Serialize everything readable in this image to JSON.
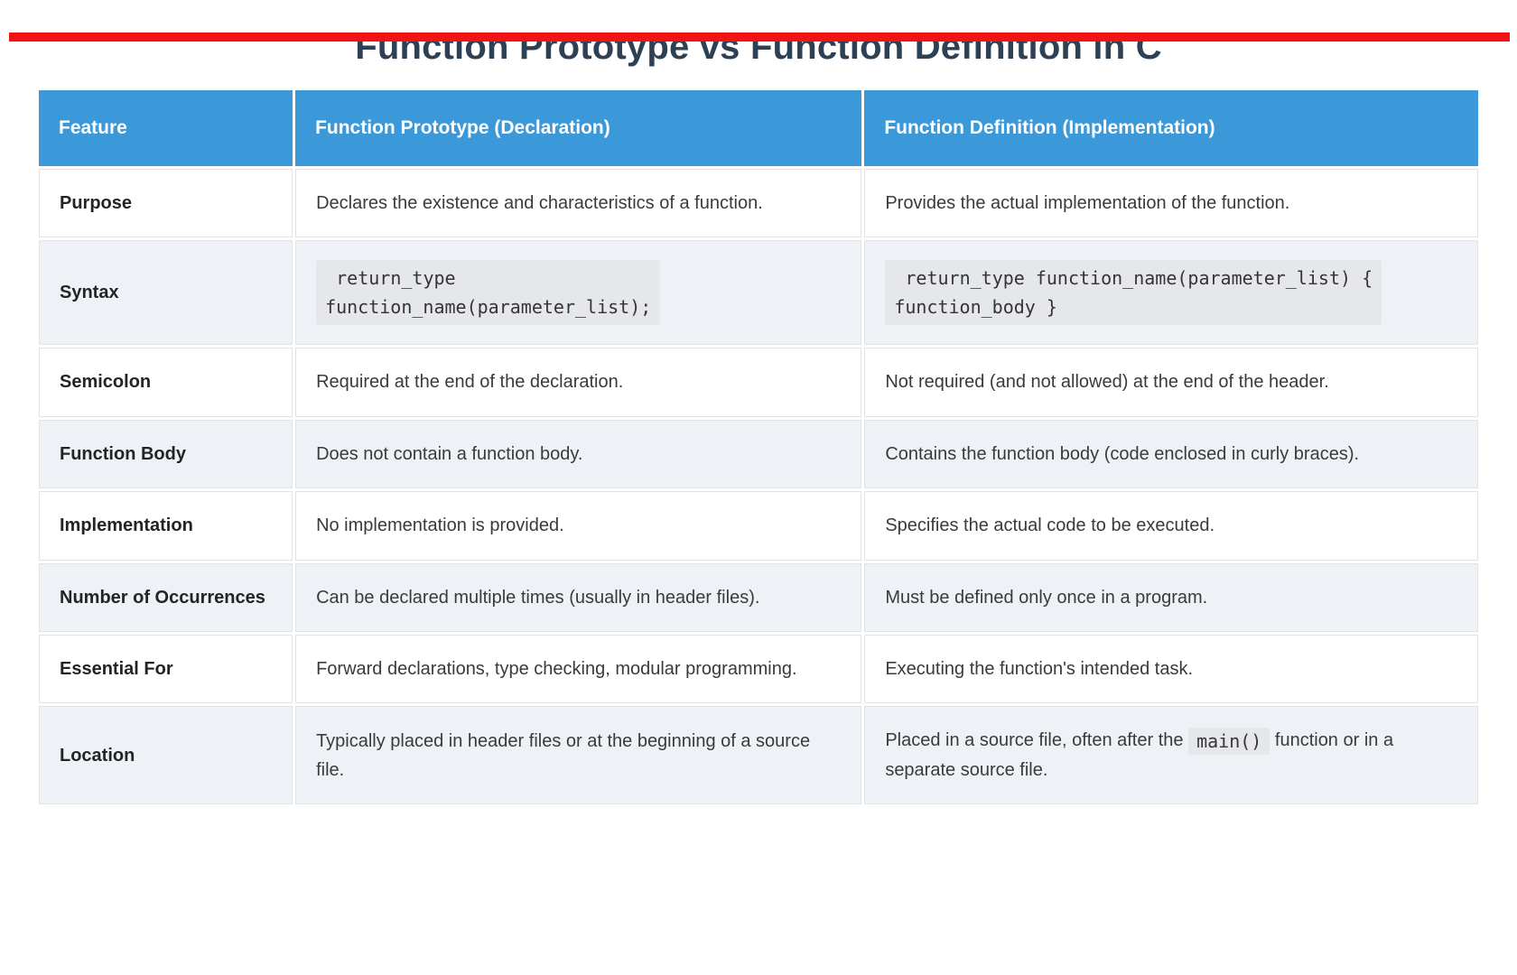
{
  "page": {
    "title": "Function Prototype vs Function Definition in C"
  },
  "decorations": {
    "top_bar_color": "#f11414",
    "bottom_bar_color": "#2793f0"
  },
  "colors": {
    "header_bg": "#3b98d9",
    "header_text": "#ffffff",
    "alt_row_bg": "#eef2f7",
    "cell_border": "#e2e3e5",
    "code_chip_bg": "#e5e7ea",
    "title_text": "#2e4154",
    "body_text": "#3a3a3a"
  },
  "table": {
    "columns": [
      "Feature",
      "Function Prototype (Declaration)",
      "Function Definition (Implementation)"
    ],
    "rows": [
      {
        "feature": "Purpose",
        "cells": [
          [
            {
              "type": "text",
              "value": "Declares the existence and characteristics of a function."
            }
          ],
          [
            {
              "type": "text",
              "value": "Provides the actual implementation of the function."
            }
          ]
        ]
      },
      {
        "feature": "Syntax",
        "cells": [
          [
            {
              "type": "code",
              "value": " return_type\nfunction_name(parameter_list);"
            }
          ],
          [
            {
              "type": "code",
              "value": " return_type function_name(parameter_list) {\nfunction_body }"
            }
          ]
        ]
      },
      {
        "feature": "Semicolon",
        "cells": [
          [
            {
              "type": "text",
              "value": "Required at the end of the declaration."
            }
          ],
          [
            {
              "type": "text",
              "value": "Not required (and not allowed) at the end of the header."
            }
          ]
        ]
      },
      {
        "feature": "Function Body",
        "cells": [
          [
            {
              "type": "text",
              "value": "Does not contain a function body."
            }
          ],
          [
            {
              "type": "text",
              "value": "Contains the function body (code enclosed in curly braces)."
            }
          ]
        ]
      },
      {
        "feature": "Implementation",
        "cells": [
          [
            {
              "type": "text",
              "value": "No implementation is provided."
            }
          ],
          [
            {
              "type": "text",
              "value": "Specifies the actual code to be executed."
            }
          ]
        ]
      },
      {
        "feature": "Number of Occurrences",
        "cells": [
          [
            {
              "type": "text",
              "value": "Can be declared multiple times (usually in header files)."
            }
          ],
          [
            {
              "type": "text",
              "value": "Must be defined only once in a program."
            }
          ]
        ]
      },
      {
        "feature": "Essential For",
        "cells": [
          [
            {
              "type": "text",
              "value": "Forward declarations, type checking, modular programming."
            }
          ],
          [
            {
              "type": "text",
              "value": "Executing the function's intended task."
            }
          ]
        ]
      },
      {
        "feature": "Location",
        "cells": [
          [
            {
              "type": "text",
              "value": "Typically placed in header files or at the beginning of a source file."
            }
          ],
          [
            {
              "type": "text",
              "value": "Placed in a source file, often after the "
            },
            {
              "type": "code",
              "value": "main()"
            },
            {
              "type": "text",
              "value": " function or in a separate source file."
            }
          ]
        ]
      }
    ]
  }
}
